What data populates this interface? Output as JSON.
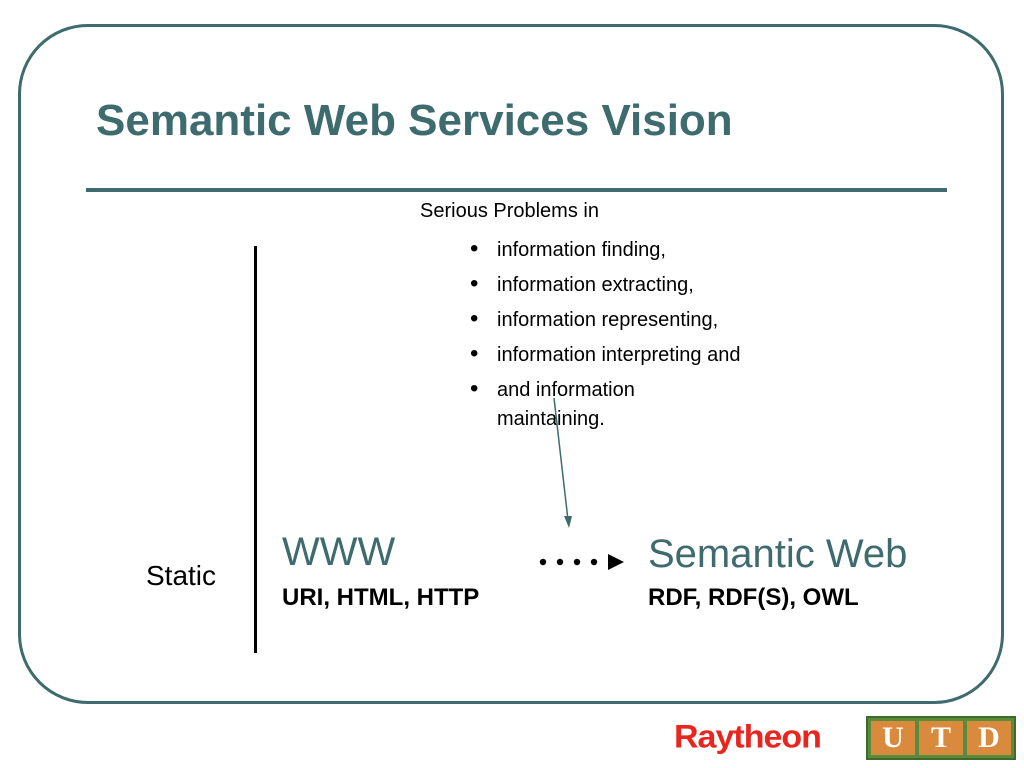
{
  "slide": {
    "title": "Semantic Web Services Vision",
    "problems": {
      "heading": "Serious Problems in",
      "items": [
        "information finding,",
        "information extracting,",
        "information representing,",
        "information interpreting and",
        "and information maintaining."
      ]
    },
    "static_label": "Static",
    "www": {
      "title": "WWW",
      "subtitle": "URI, HTML, HTTP"
    },
    "semantic_web": {
      "title": "Semantic Web",
      "subtitle": "RDF, RDF(S), OWL"
    }
  },
  "logos": {
    "raytheon": "Raytheon",
    "utd": [
      "U",
      "T",
      "D"
    ]
  },
  "colors": {
    "accent": "#3d6b6e",
    "raytheon_red": "#e8261f",
    "utd_green": "#5a8a3c",
    "utd_orange": "#d98a3c"
  }
}
